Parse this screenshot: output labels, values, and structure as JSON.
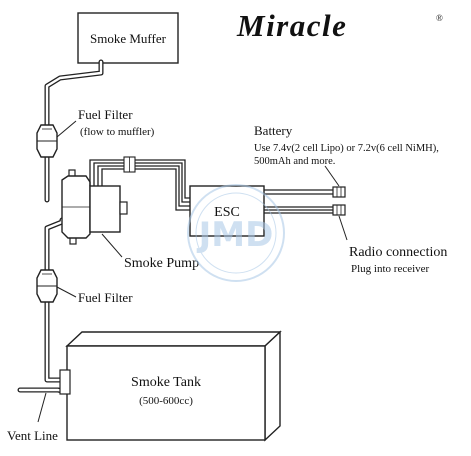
{
  "brand": {
    "name": "Miracle",
    "reg_mark": "®"
  },
  "labels": {
    "smoke_muffer": "Smoke Muffer",
    "fuel_filter_top": "Fuel Filter",
    "fuel_filter_top_note": "(flow to muffler)",
    "battery": "Battery",
    "battery_note_1": "Use 7.4v(2 cell Lipo) or 7.2v(6 cell NiMH),",
    "battery_note_2": "500mAh and more.",
    "esc": "ESC",
    "radio_connection": "Radio connection",
    "radio_note": "Plug into receiver",
    "smoke_pump": "Smoke Pump",
    "fuel_filter_bottom": "Fuel Filter",
    "smoke_tank": "Smoke Tank",
    "smoke_tank_note": "(500-600cc)",
    "vent_line": "Vent Line"
  },
  "watermark": {
    "text": "JMD",
    "color": "#a9c8e6"
  }
}
